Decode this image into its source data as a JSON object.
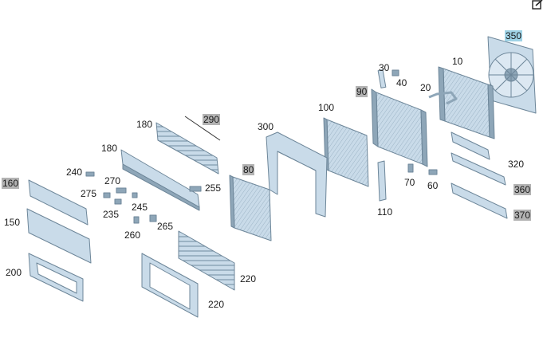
{
  "labels": {
    "p350": "350",
    "p10": "10",
    "p30": "30",
    "p40": "40",
    "p20": "20",
    "p90": "90",
    "p100": "100",
    "p300": "300",
    "p180a": "180",
    "p290": "290",
    "p180b": "180",
    "p240": "240",
    "p270": "270",
    "p275": "275",
    "p255": "255",
    "p235": "235",
    "p245": "245",
    "p260": "260",
    "p265": "265",
    "p160": "160",
    "p150": "150",
    "p80": "80",
    "p110": "110",
    "p70": "70",
    "p60": "60",
    "p320": "320",
    "p360": "360",
    "p370": "370",
    "p220a": "220",
    "p220b": "220",
    "p200": "200"
  },
  "colors": {
    "part_fill": "#c9dbe9",
    "part_stroke": "#6d8699",
    "part_dark": "#8ea6b8",
    "highlight_grey": "#b3b3b3",
    "highlight_blue": "#9fd3e6"
  },
  "icons": {
    "corner": "edit-icon"
  }
}
